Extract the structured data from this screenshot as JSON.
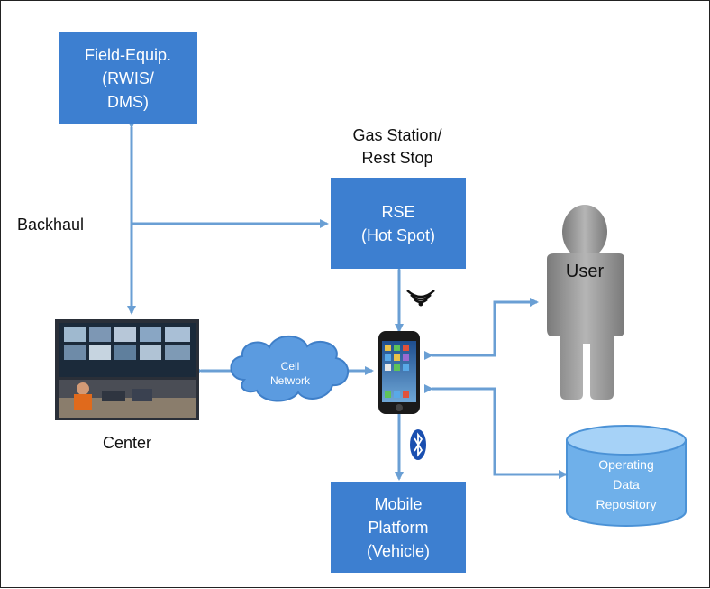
{
  "nodes": {
    "field_equip": [
      "Field-Equip.",
      "(RWIS/",
      "DMS)"
    ],
    "rse": [
      "RSE",
      "(Hot Spot)"
    ],
    "mobile": [
      "Mobile",
      "Platform",
      "(Vehicle)"
    ]
  },
  "labels": {
    "gas_station": [
      "Gas Station/",
      "Rest Stop"
    ],
    "backhaul": "Backhaul",
    "center": "Center",
    "user": "User",
    "cell_network": [
      "Cell",
      "Network"
    ],
    "repository": [
      "Operating",
      "Data",
      "Repository"
    ]
  },
  "icons": [
    "wifi-icon",
    "bluetooth-icon",
    "smartphone-icon",
    "person-icon",
    "cloud-icon",
    "database-icon",
    "control-center-photo"
  ],
  "colors": {
    "box": "#3d7fd0",
    "arrow": "#6a9fd4",
    "person": "#8c8c8c",
    "cloud": "#5b9be0",
    "cylinder": "#6fb0ea"
  }
}
